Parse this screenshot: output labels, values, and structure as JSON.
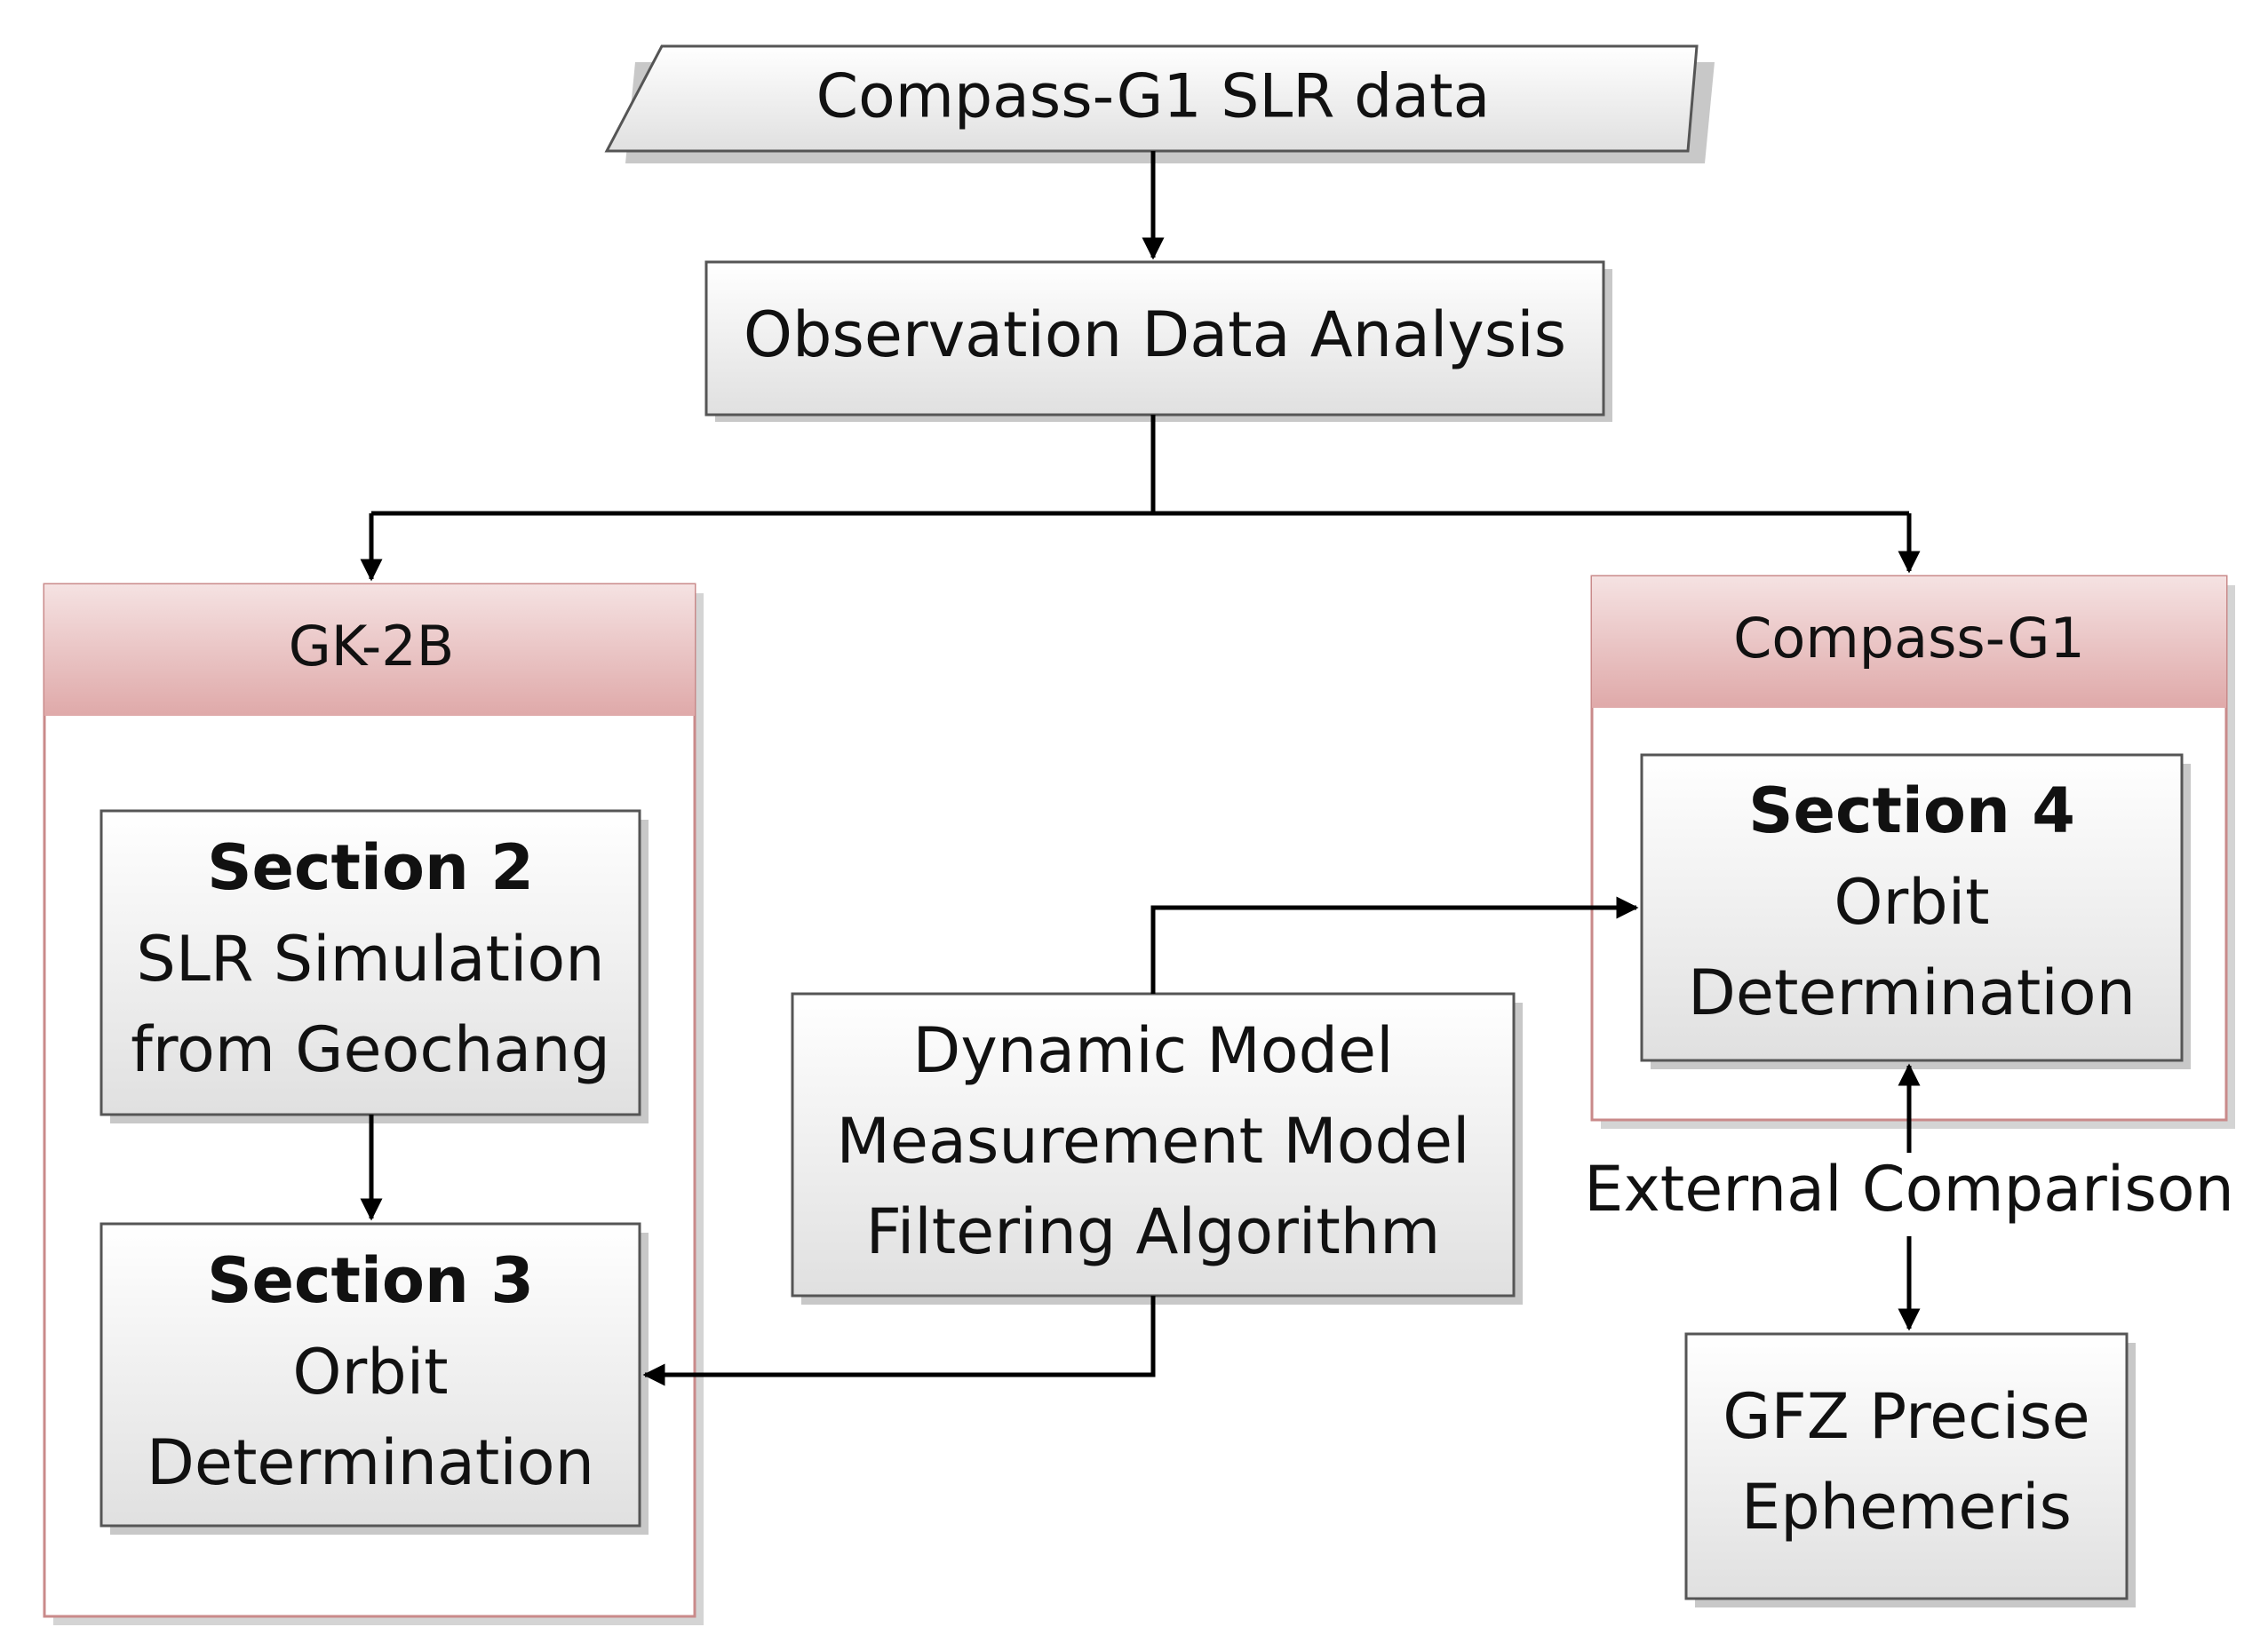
{
  "diagram": {
    "input": {
      "label": "Compass-G1 SLR data"
    },
    "analysis": {
      "label": "Observation Data Analysis"
    },
    "group_left": {
      "title": "GK-2B",
      "section2": {
        "heading": "Section 2",
        "line1": "SLR Simulation",
        "line2": "from Geochang"
      },
      "section3": {
        "heading": "Section 3",
        "line1": "Orbit",
        "line2": "Determination"
      }
    },
    "group_right": {
      "title": "Compass-G1",
      "section4": {
        "heading": "Section 4",
        "line1": "Orbit",
        "line2": "Determination"
      }
    },
    "models": {
      "line1": "Dynamic Model",
      "line2": "Measurement Model",
      "line3": "Filtering Algorithm"
    },
    "comparison_label": "External Comparison",
    "ephemeris": {
      "line1": "GFZ Precise",
      "line2": "Ephemeris"
    }
  },
  "colors": {
    "box_fill_top": "#ffffff",
    "box_fill_bottom": "#e0e0e0",
    "group_header_top": "#f3dcdc",
    "group_header_bottom": "#e0aeae",
    "group_border": "#c07070",
    "line": "#000000"
  }
}
